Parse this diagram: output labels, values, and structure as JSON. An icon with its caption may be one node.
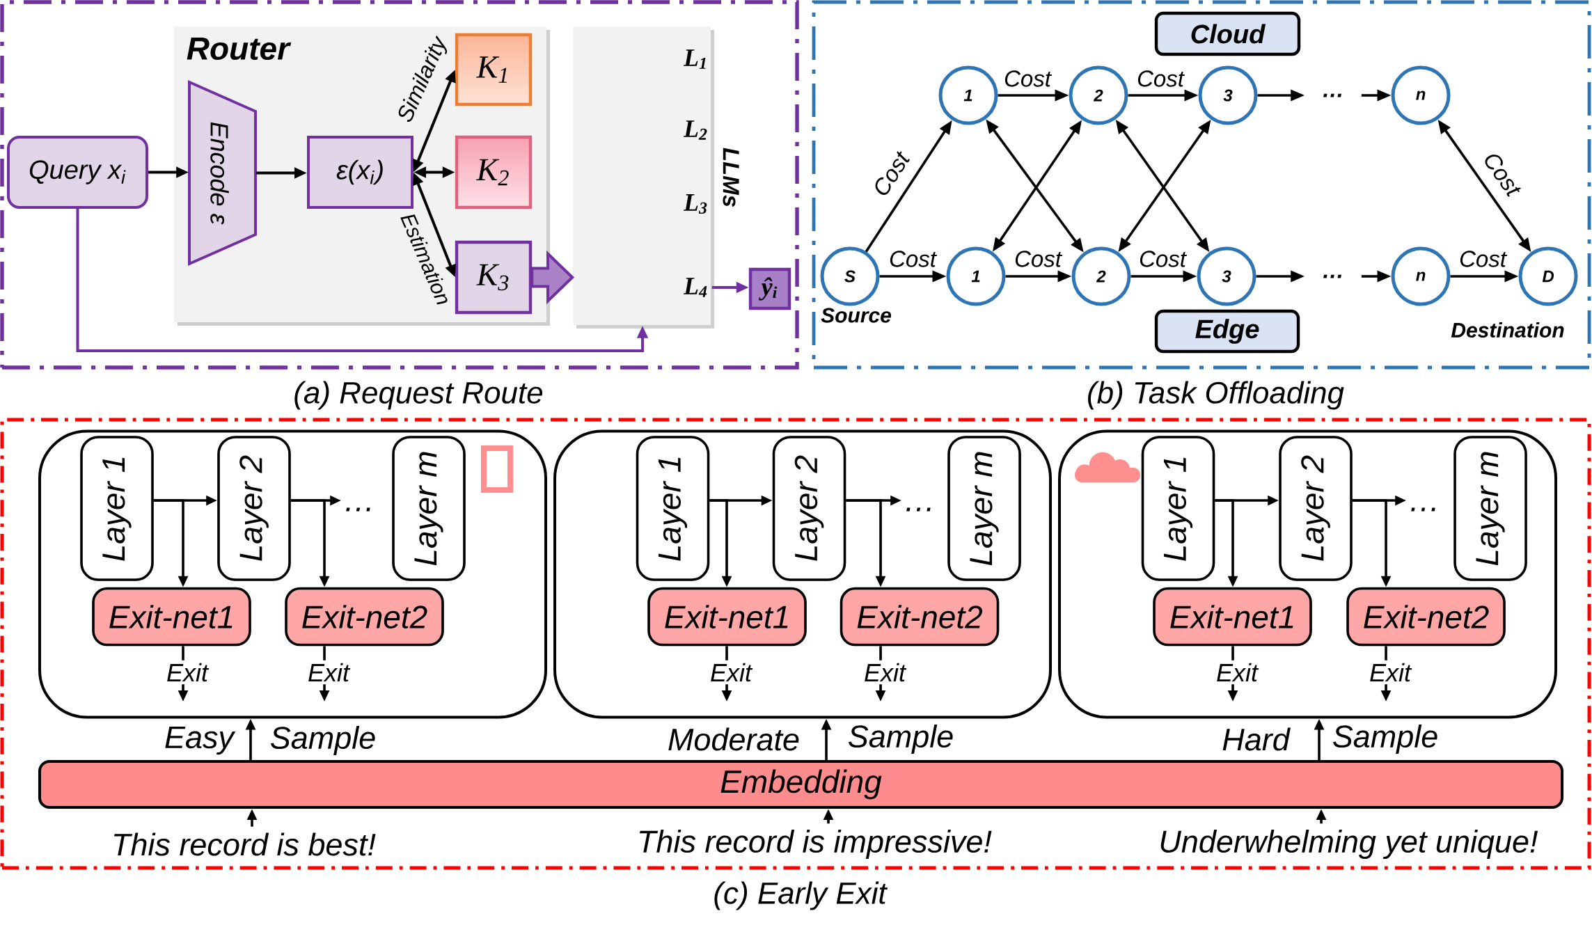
{
  "diagram": {
    "nodes": [
      {
        "text": [
          "(a) Request Route"
        ]
      },
      {
        "text": [
          "Query x$_{i}$"
        ],
        "in": 0
      },
      {
        "text": [
          "Router"
        ],
        "in": 0
      },
      {
        "text": [
          "Encode ε"
        ],
        "in": 2
      },
      {
        "text": [
          "ε(x$_{i}$)"
        ],
        "in": 2
      },
      {
        "text": [
          "K$_{1}$"
        ],
        "in": 2
      },
      {
        "text": [
          "K$_{2}$"
        ],
        "in": 2
      },
      {
        "text": [
          "K$_{3}$"
        ],
        "in": 2
      },
      {
        "text": [
          "LLMs"
        ],
        "in": 0
      },
      {
        "text": [
          "L$_{4}$"
        ],
        "in": 8
      },
      {
        "text": [
          "ŷ$_{i}$"
        ],
        "in": 0
      },
      {
        "text": [
          "(b) Task Offloading"
        ]
      },
      {
        "text": [
          "Cloud"
        ],
        "in": 11
      },
      {
        "text": [
          "1"
        ],
        "in": 11
      },
      {
        "text": [
          "2"
        ],
        "in": 11
      },
      {
        "text": [
          "3"
        ],
        "in": 11
      },
      {
        "text": [
          "…"
        ],
        "in": 11
      },
      {
        "text": [
          "n"
        ],
        "in": 11
      },
      {
        "text": [
          "S"
        ],
        "beside": [
          "Source"
        ],
        "in": 11
      },
      {
        "text": [
          "1"
        ],
        "in": 11
      },
      {
        "text": [
          "2"
        ],
        "in": 11
      },
      {
        "text": [
          "3"
        ],
        "in": 11
      },
      {
        "text": [
          "…"
        ],
        "in": 11
      },
      {
        "text": [
          "n"
        ],
        "in": 11
      },
      {
        "text": [
          "D"
        ],
        "beside": [
          "Destination"
        ],
        "in": 11
      },
      {
        "text": [
          "Edge"
        ],
        "in": 11
      },
      {
        "text": [
          "(c) Early Exit"
        ]
      },
      {
        "text": [],
        "shape": "box",
        "in": 26
      },
      {
        "text": [
          "Layer 1"
        ],
        "in": 27
      },
      {
        "text": [
          "Layer 2"
        ],
        "in": 27
      },
      {
        "text": [
          "…"
        ],
        "in": 27
      },
      {
        "text": [
          "Layer m"
        ],
        "in": 27
      },
      {
        "text": [
          "Exit-net1"
        ],
        "in": 27
      },
      {
        "text": [
          "Exit-net2"
        ],
        "in": 27
      },
      {
        "text": [],
        "shape": "box",
        "in": 26
      },
      {
        "text": [
          "Layer 1"
        ],
        "in": 34
      },
      {
        "text": [
          "Layer 2"
        ],
        "in": 34
      },
      {
        "text": [
          "…"
        ],
        "in": 34
      },
      {
        "text": [
          "Layer m"
        ],
        "in": 34
      },
      {
        "text": [
          "Exit-net1"
        ],
        "in": 34
      },
      {
        "text": [
          "Exit-net2"
        ],
        "in": 34
      },
      {
        "text": [],
        "shape": "box",
        "in": 26
      },
      {
        "text": [
          "Layer 1"
        ],
        "in": 41
      },
      {
        "text": [
          "Layer 2"
        ],
        "in": 41
      },
      {
        "text": [
          "…"
        ],
        "in": 41
      },
      {
        "text": [
          "Layer m"
        ],
        "in": 41
      },
      {
        "text": [
          "Exit-net1"
        ],
        "in": 41
      },
      {
        "text": [
          "Exit-net2"
        ],
        "in": 41
      },
      {
        "text": [
          "Embedding"
        ],
        "in": 26
      },
      {
        "text": [
          "This record is best!"
        ],
        "in": 26
      },
      {
        "text": [
          "This record is impressive!"
        ],
        "in": 26
      },
      {
        "text": [
          "Underwhelming yet unique!"
        ],
        "in": 26
      }
    ],
    "edges": [
      {
        "from": 1,
        "to": 3,
        "arrow": "to"
      },
      {
        "from": 3,
        "to": 4,
        "arrow": "to"
      },
      {
        "from": 4,
        "to": 5,
        "arrow": "both",
        "label": "Similarity"
      },
      {
        "from": 4,
        "to": 6,
        "arrow": "both"
      },
      {
        "from": 4,
        "to": 7,
        "arrow": "both",
        "label": "Estimation"
      },
      {
        "from": 7,
        "to": 8,
        "arrow": "to",
        "style": "thick",
        "color": "#7030a0"
      },
      {
        "from": 9,
        "to": 10,
        "arrow": "to",
        "color": "#7030a0"
      },
      {
        "from": 1,
        "to": 8,
        "arrow": "to",
        "color": "#7030a0"
      },
      {
        "from": 13,
        "to": 14,
        "arrow": "to",
        "label": "Cost"
      },
      {
        "from": 14,
        "to": 15,
        "arrow": "to",
        "label": "Cost"
      },
      {
        "from": 15,
        "to": 16,
        "arrow": "to"
      },
      {
        "from": 16,
        "to": 17,
        "arrow": "to"
      },
      {
        "from": 18,
        "to": 13,
        "arrow": "to",
        "label": "Cost"
      },
      {
        "from": 18,
        "to": 19,
        "arrow": "to",
        "label": "Cost"
      },
      {
        "from": 19,
        "to": 20,
        "arrow": "to",
        "label": "Cost"
      },
      {
        "from": 20,
        "to": 21,
        "arrow": "to",
        "label": "Cost"
      },
      {
        "from": 21,
        "to": 22,
        "arrow": "to"
      },
      {
        "from": 22,
        "to": 23,
        "arrow": "to"
      },
      {
        "from": 23,
        "to": 24,
        "arrow": "to",
        "label": "Cost"
      },
      {
        "from": 13,
        "to": 20,
        "arrow": "both"
      },
      {
        "from": 14,
        "to": 19,
        "arrow": "both"
      },
      {
        "from": 14,
        "to": 21,
        "arrow": "both"
      },
      {
        "from": 15,
        "to": 20,
        "arrow": "both"
      },
      {
        "from": 17,
        "to": 24,
        "arrow": "both",
        "label": "Cost"
      },
      {
        "from": 28,
        "to": 29,
        "arrow": "to"
      },
      {
        "from": 28,
        "to": 32,
        "arrow": "to"
      },
      {
        "from": 29,
        "to": 30,
        "arrow": "to"
      },
      {
        "from": 29,
        "to": 33,
        "arrow": "to"
      },
      {
        "from": 32,
        "to": null,
        "arrow": "to",
        "label": "Exit"
      },
      {
        "from": 33,
        "to": null,
        "arrow": "to",
        "label": "Exit"
      },
      {
        "from": 35,
        "to": 36,
        "arrow": "to"
      },
      {
        "from": 35,
        "to": 39,
        "arrow": "to"
      },
      {
        "from": 36,
        "to": 37,
        "arrow": "to"
      },
      {
        "from": 36,
        "to": 40,
        "arrow": "to"
      },
      {
        "from": 39,
        "to": null,
        "arrow": "to",
        "label": "Exit"
      },
      {
        "from": 40,
        "to": null,
        "arrow": "to",
        "label": "Exit"
      },
      {
        "from": 42,
        "to": 43,
        "arrow": "to"
      },
      {
        "from": 42,
        "to": 46,
        "arrow": "to"
      },
      {
        "from": 43,
        "to": 44,
        "arrow": "to"
      },
      {
        "from": 43,
        "to": 47,
        "arrow": "to"
      },
      {
        "from": 46,
        "to": null,
        "arrow": "to",
        "label": "Exit"
      },
      {
        "from": 47,
        "to": null,
        "arrow": "to",
        "label": "Exit"
      },
      {
        "from": 48,
        "to": 27,
        "arrow": "to"
      },
      {
        "from": 48,
        "to": 34,
        "arrow": "to"
      },
      {
        "from": 48,
        "to": 41,
        "arrow": "to"
      },
      {
        "from": 49,
        "to": 48,
        "arrow": "to"
      },
      {
        "from": 50,
        "to": 48,
        "arrow": "to"
      },
      {
        "from": 51,
        "to": 48,
        "arrow": "to"
      }
    ],
    "labels": [
      "L$_{1}$",
      "L$_{2}$",
      "L$_{3}$",
      "Easy",
      "Sample",
      "Moderate",
      "Sample",
      "Hard",
      "Sample"
    ]
  }
}
